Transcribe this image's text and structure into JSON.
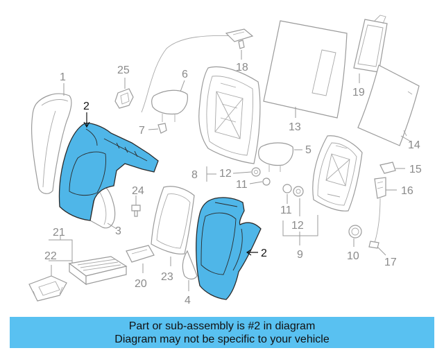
{
  "callouts": {
    "c1": "1",
    "c2a": "2",
    "c2b": "2",
    "c3": "3",
    "c4": "4",
    "c5": "5",
    "c6": "6",
    "c7": "7",
    "c8": "8",
    "c9": "9",
    "c10": "10",
    "c11a": "11",
    "c11b": "11",
    "c12a": "12",
    "c12b": "12",
    "c13": "13",
    "c14": "14",
    "c15": "15",
    "c16": "16",
    "c17": "17",
    "c18": "18",
    "c19": "19",
    "c20": "20",
    "c21": "21",
    "c22": "22",
    "c23": "23",
    "c24": "24",
    "c25": "25"
  },
  "banner": {
    "line1": "Part or sub-assembly is #2 in diagram",
    "line2": "Diagram may not be specific to your vehicle"
  },
  "colors": {
    "highlight": "#4fb6e8",
    "banner": "#59c1f1"
  }
}
